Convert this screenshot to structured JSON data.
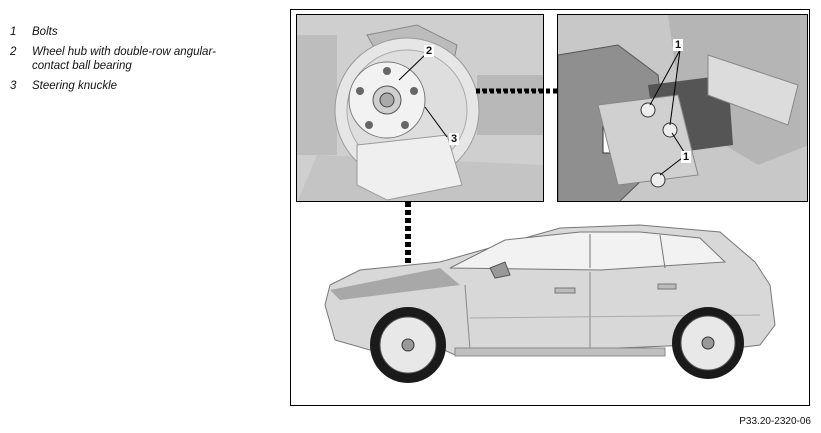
{
  "legend": {
    "items": [
      {
        "num": "1",
        "text": "Bolts"
      },
      {
        "num": "2",
        "text": "Wheel hub with double-row angular-contact ball bearing"
      },
      {
        "num": "3",
        "text": "Steering knuckle"
      }
    ]
  },
  "callouts": {
    "left_2": "2",
    "left_3": "3",
    "right_1_top": "1",
    "right_1_bottom": "1"
  },
  "figure_id": "P33.20-2320-06"
}
